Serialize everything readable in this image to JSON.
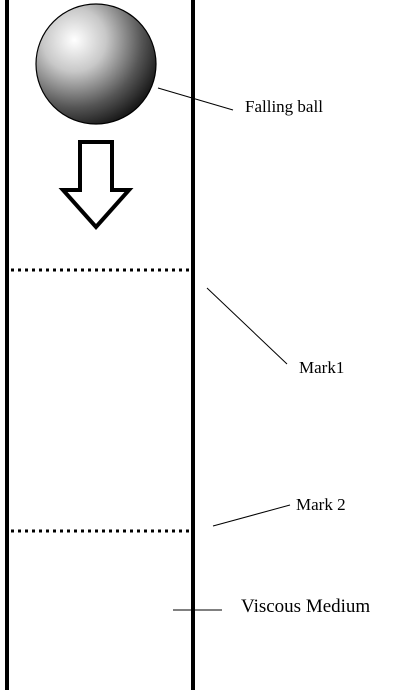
{
  "diagram": {
    "labels": {
      "falling_ball": "Falling ball",
      "mark1": "Mark1",
      "mark2": "Mark 2",
      "viscous_medium": "Viscous Medium"
    },
    "colors": {
      "line": "#000000",
      "background": "#ffffff",
      "ball_highlight": "#ffffff",
      "ball_shadow": "#1a1a1a"
    },
    "icons": {
      "ball": "shaded-sphere",
      "arrow": "down-arrow-outline"
    }
  }
}
